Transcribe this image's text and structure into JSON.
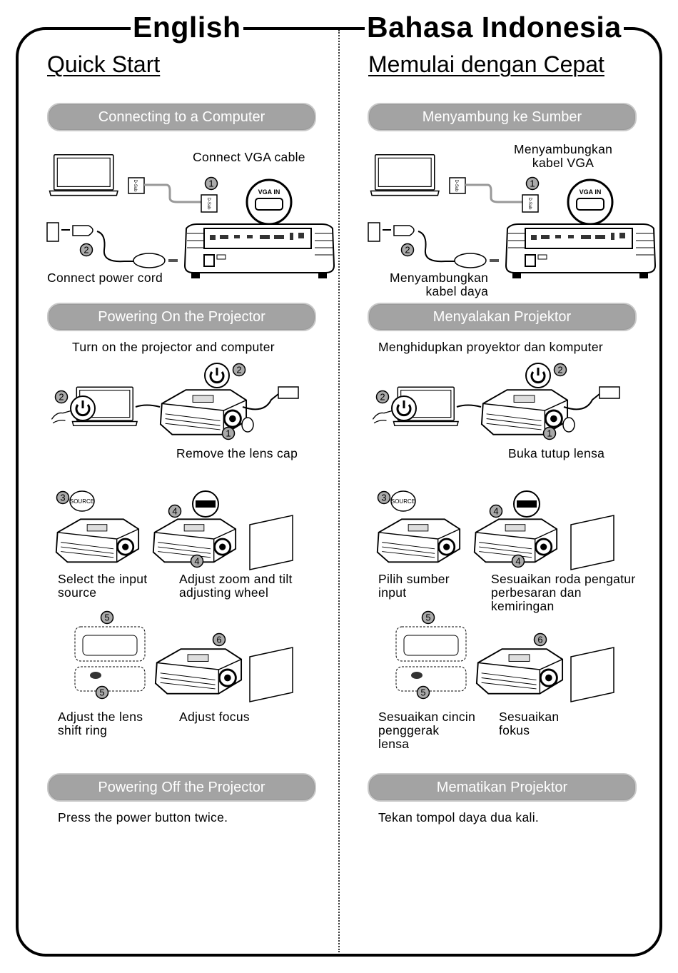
{
  "english": {
    "language": "English",
    "title": "Quick Start",
    "sections": {
      "connect": "Connecting to a Computer",
      "power_on": "Powering On the Projector",
      "power_off": "Powering Off the Projector"
    },
    "captions": {
      "vga": "Connect VGA cable",
      "power_cord": "Connect power cord",
      "turn_on": "Turn on the projector and computer",
      "lens_cap": "Remove the lens cap",
      "input": "Select the input\nsource",
      "zoom": "Adjust zoom and tilt\nadjusting wheel",
      "shift": "Adjust the lens\nshift ring",
      "focus": "Adjust focus",
      "power_off": "Press the power button twice."
    }
  },
  "indonesian": {
    "language": "Bahasa Indonesia",
    "title": "Memulai dengan Cepat",
    "sections": {
      "connect": "Menyambung ke Sumber",
      "power_on": "Menyalakan Projektor",
      "power_off": "Mematikan Projektor"
    },
    "captions": {
      "vga": "Menyambungkan\nkabel VGA",
      "power_cord": "Menyambungkan\nkabel daya",
      "turn_on": "Menghidupkan proyektor dan komputer",
      "lens_cap": "Buka tutup lensa",
      "input": "Pilih sumber\ninput",
      "zoom": "Sesuaikan roda pengatur\nperbesaran dan\nkemiringan",
      "shift": "Sesuaikan cincin\npenggerak\nlensa",
      "focus": "Sesuaikan\nfokus",
      "power_off": "Tekan tompol daya dua kali."
    }
  },
  "illustration_labels": {
    "vga_in": "VGA IN",
    "source": "SOURCE",
    "d_sub": "D-Sub",
    "steps": [
      "1",
      "2",
      "3",
      "4",
      "5",
      "6"
    ]
  },
  "colors": {
    "pill": "#a3a3a3",
    "text": "#000000"
  }
}
